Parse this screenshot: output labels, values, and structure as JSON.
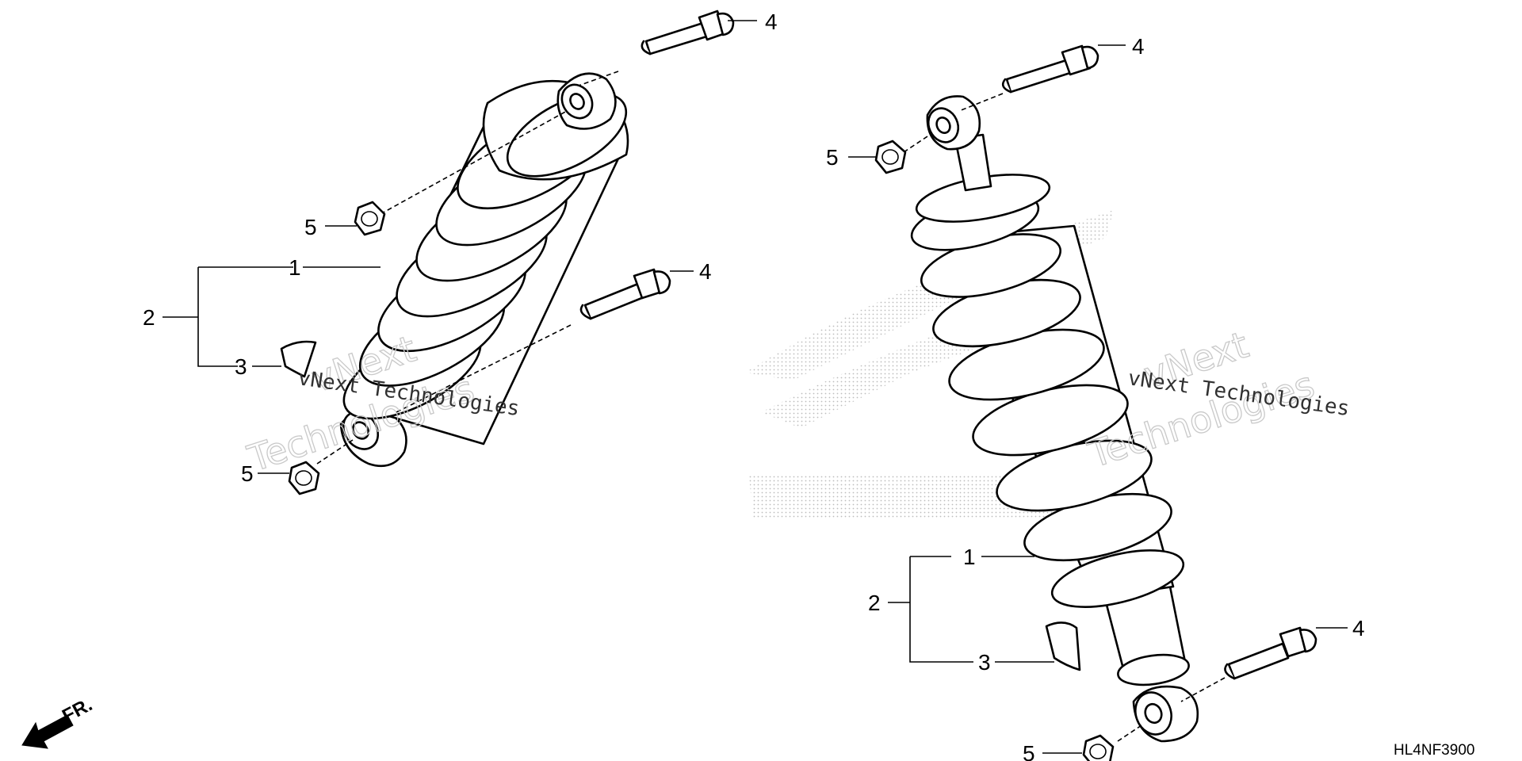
{
  "diagram": {
    "part_code": "HL4NF3900",
    "direction_label": "FR.",
    "watermarks": [
      "vNext",
      "Technologies",
      "vNext Technologies"
    ],
    "left_assembly": {
      "callouts": [
        {
          "id": "4",
          "text": "4"
        },
        {
          "id": "5",
          "text": "5"
        },
        {
          "id": "1",
          "text": "1"
        },
        {
          "id": "4",
          "text": "4"
        },
        {
          "id": "2",
          "text": "2"
        },
        {
          "id": "3",
          "text": "3"
        },
        {
          "id": "5",
          "text": "5"
        }
      ]
    },
    "right_assembly": {
      "callouts": [
        {
          "id": "4",
          "text": "4"
        },
        {
          "id": "5",
          "text": "5"
        },
        {
          "id": "1",
          "text": "1"
        },
        {
          "id": "2",
          "text": "2"
        },
        {
          "id": "3",
          "text": "3"
        },
        {
          "id": "4",
          "text": "4"
        },
        {
          "id": "5",
          "text": "5"
        }
      ]
    }
  }
}
